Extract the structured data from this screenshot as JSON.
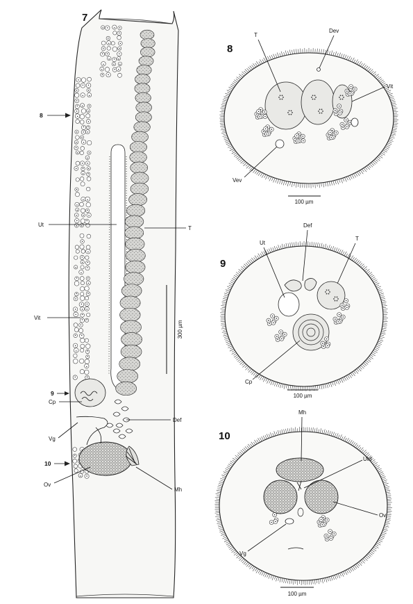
{
  "figures": {
    "fig7": {
      "number": "7",
      "labels": {
        "ut": "Ut",
        "vit": "Vit",
        "cp": "Cp",
        "vg": "Vg",
        "ov": "Ov",
        "t": "T",
        "def": "Def",
        "mh": "Mh"
      },
      "section_markers": [
        "8",
        "9",
        "10"
      ],
      "scale": "300 µm"
    },
    "fig8": {
      "number": "8",
      "labels": {
        "t": "T",
        "dev": "Dev",
        "vit": "Vit",
        "vev": "Vev"
      },
      "scale": "100 µm"
    },
    "fig9": {
      "number": "9",
      "labels": {
        "def": "Def",
        "ut": "Ut",
        "t": "T",
        "cp": "Cp"
      },
      "scale": "100 µm"
    },
    "fig10": {
      "number": "10",
      "labels": {
        "mh": "Mh",
        "utd": "Utd",
        "ov": "Ov",
        "vg": "Vg"
      },
      "scale": "100 µm"
    }
  }
}
